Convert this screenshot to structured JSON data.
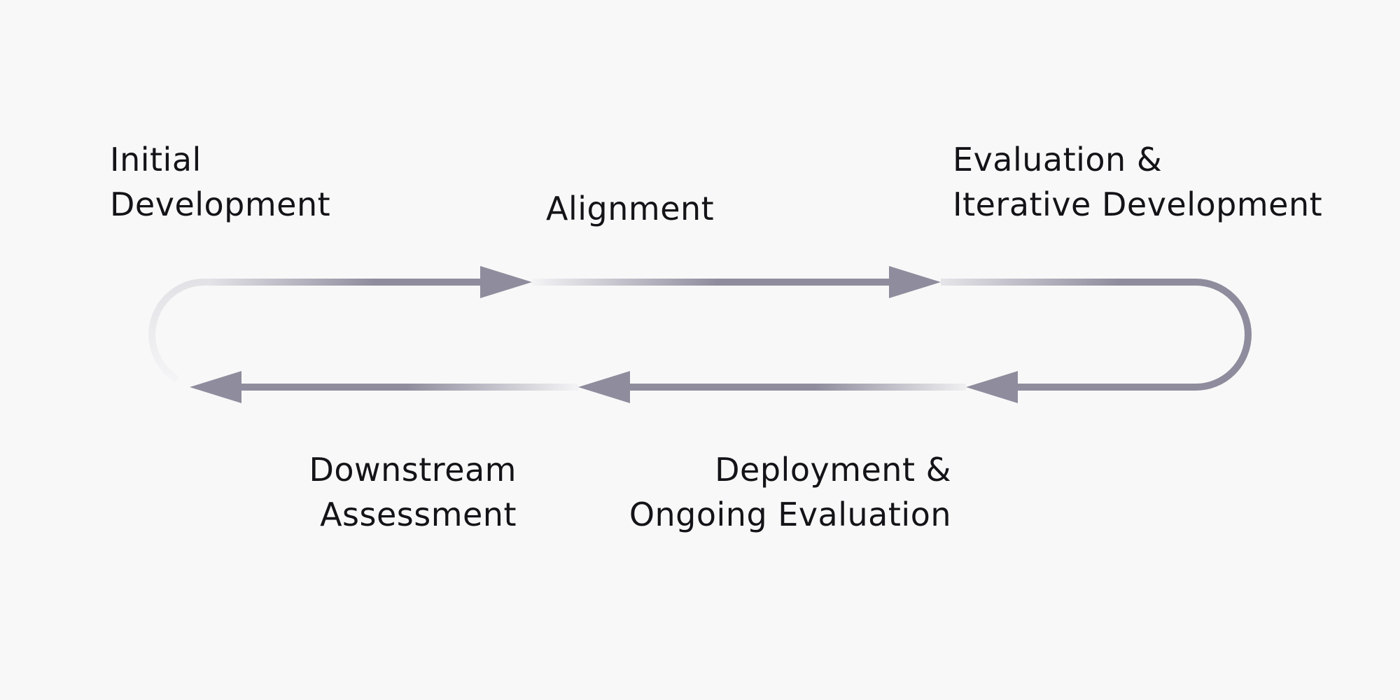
{
  "stages": {
    "initial_development": {
      "line1": "Initial",
      "line2": "Development"
    },
    "alignment": {
      "line1": "Alignment"
    },
    "evaluation": {
      "line1": "Evaluation &",
      "line2": "Iterative Development"
    },
    "downstream": {
      "line1": "Downstream",
      "line2": "Assessment"
    },
    "deployment": {
      "line1": "Deployment &",
      "line2": "Ongoing Evaluation"
    }
  },
  "colors": {
    "background": "#f8f8f8",
    "arrow": "#8f8c9d",
    "arrow_faded": "#e6e6ea",
    "text": "#131318"
  }
}
